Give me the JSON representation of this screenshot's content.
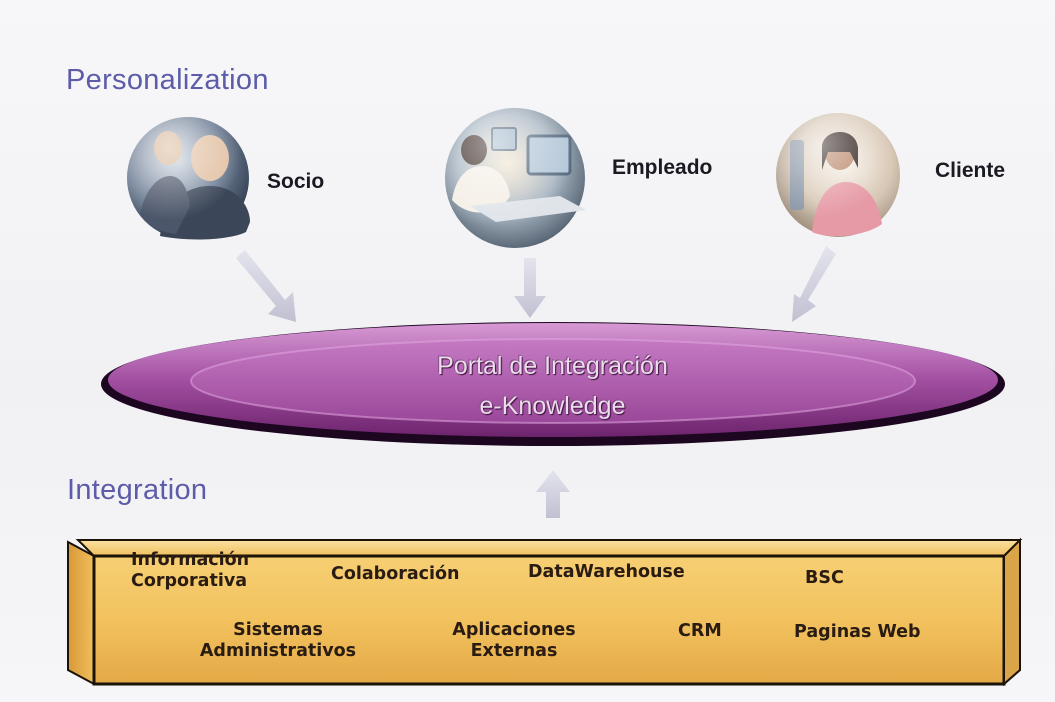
{
  "sections": {
    "personalization": "Personalization",
    "integration": "Integration"
  },
  "roles": [
    {
      "name": "Socio",
      "icon": "business-meeting-photo-icon"
    },
    {
      "name": "Empleado",
      "icon": "office-workers-photo-icon"
    },
    {
      "name": "Cliente",
      "icon": "woman-at-computer-photo-icon"
    }
  ],
  "portal": {
    "line1": "Portal de Integración",
    "line2": "e-Knowledge"
  },
  "components": {
    "informacion_line1": "Información",
    "informacion_line2": "Corporativa",
    "colaboracion": "Colaboración",
    "datawarehouse": "DataWarehouse",
    "bsc": "BSC",
    "sistemas_line1": "Sistemas",
    "sistemas_line2": "Administrativos",
    "aplicaciones_line1": "Aplicaciones",
    "aplicaciones_line2": "Externas",
    "crm": "CRM",
    "paginas_web": "Paginas Web"
  },
  "colors": {
    "section_label": "#5c5ca8",
    "portal_fill": "#b566b3",
    "portal_outline": "#1c0620",
    "base_fill": "#f2c463",
    "arrow": "#c9c9d9"
  }
}
